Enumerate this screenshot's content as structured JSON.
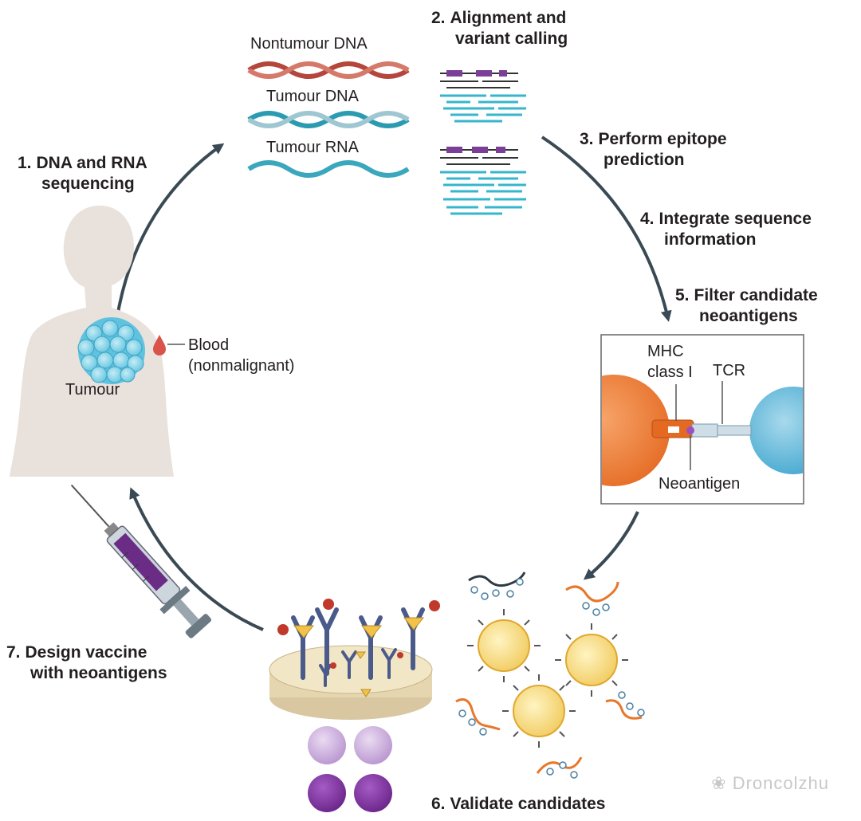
{
  "steps": {
    "s1": {
      "num": "1.",
      "line1": "DNA and RNA",
      "line2": "sequencing"
    },
    "s2": {
      "num": "2.",
      "line1": "Alignment and",
      "line2": "variant calling"
    },
    "s3": {
      "num": "3.",
      "line1": "Perform epitope",
      "line2": "prediction"
    },
    "s4": {
      "num": "4.",
      "line1": "Integrate sequence",
      "line2": "information"
    },
    "s5": {
      "num": "5.",
      "line1": "Filter candidate",
      "line2": "neoantigens"
    },
    "s6": {
      "num": "6.",
      "line1": "Validate candidates"
    },
    "s7": {
      "num": "7.",
      "line1": "Design vaccine",
      "line2": "with neoantigens"
    }
  },
  "sequences": {
    "nontumour_dna": "Nontumour DNA",
    "tumour_dna": "Tumour DNA",
    "tumour_rna": "Tumour RNA"
  },
  "body": {
    "tumour": "Tumour",
    "blood_line1": "Blood",
    "blood_line2": "(nonmalignant)"
  },
  "inset": {
    "mhc_line1": "MHC",
    "mhc_line2": "class I",
    "tcr": "TCR",
    "neoantigen": "Neoantigen"
  },
  "watermark": "Droncolzhu",
  "colors": {
    "arrow": "#3a4a55",
    "nontumour_dna": "#b5463c",
    "tumour_dna": "#2aa0b5",
    "read_purple": "#7b3f99",
    "read_cyan": "#36b6cc",
    "body": "#e9e1db",
    "mhc_cell": "#ef7d2d",
    "tcell": "#5bb6d8"
  },
  "icons": [
    "human-body-icon",
    "tumour-icon",
    "blood-drop-icon",
    "syringe-icon",
    "petri-dish-icon",
    "antibody-icon",
    "t-cell-icon"
  ]
}
